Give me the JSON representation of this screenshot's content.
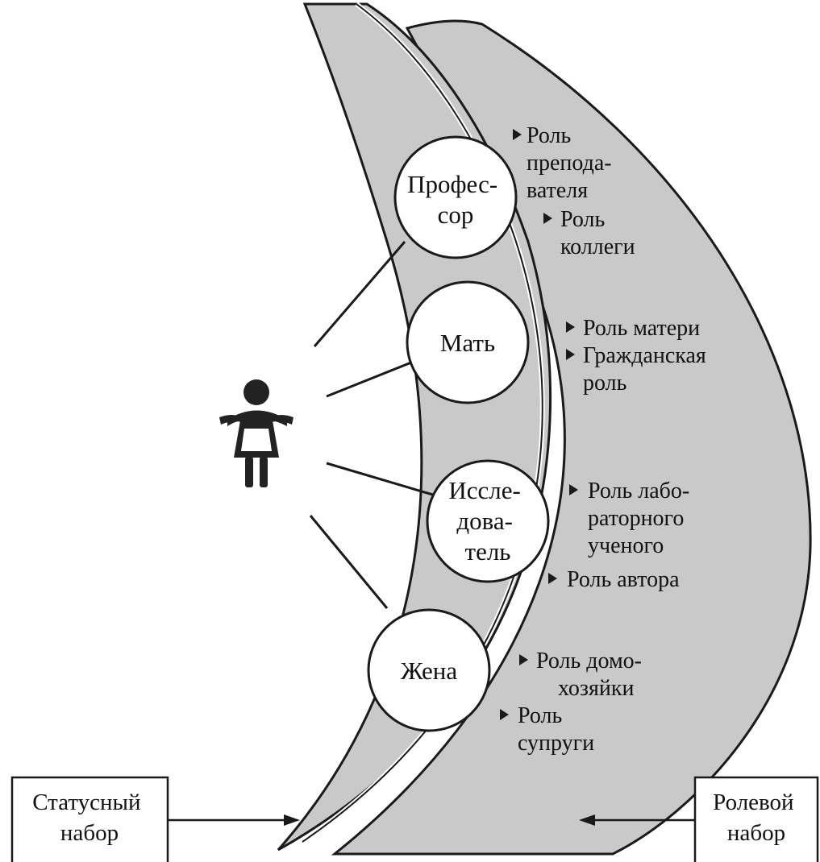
{
  "statuses": [
    {
      "lines": [
        "Профес-",
        "сор"
      ],
      "roles": [
        {
          "lines": [
            "Роль",
            "препода-",
            "вателя"
          ]
        },
        {
          "lines": [
            "Роль",
            "коллеги"
          ]
        }
      ]
    },
    {
      "lines": [
        "Мать"
      ],
      "roles": [
        {
          "lines": [
            "Роль матери"
          ]
        },
        {
          "lines": [
            "Гражданская",
            "роль"
          ]
        }
      ]
    },
    {
      "lines": [
        "Иссле-",
        "дова-",
        "тель"
      ],
      "roles": [
        {
          "lines": [
            "Роль лабо-",
            "раторного",
            "ученого"
          ]
        },
        {
          "lines": [
            "Роль автора"
          ]
        }
      ]
    },
    {
      "lines": [
        "Жена"
      ],
      "roles": [
        {
          "lines": [
            "Роль домо-",
            "хозяйки"
          ]
        },
        {
          "lines": [
            "Роль",
            "супруги"
          ]
        }
      ]
    }
  ],
  "status_set_label": [
    "Статусный",
    "набор"
  ],
  "role_set_label": [
    "Ролевой",
    "набор"
  ],
  "colors": {
    "crescent_fill": "#c9c9c9",
    "stroke": "#1a1a1a",
    "circle_fill": "#ffffff",
    "person": "#222222"
  },
  "icons": {
    "person": "woman-figure-icon",
    "bullet": "triangle-bullet-icon"
  }
}
